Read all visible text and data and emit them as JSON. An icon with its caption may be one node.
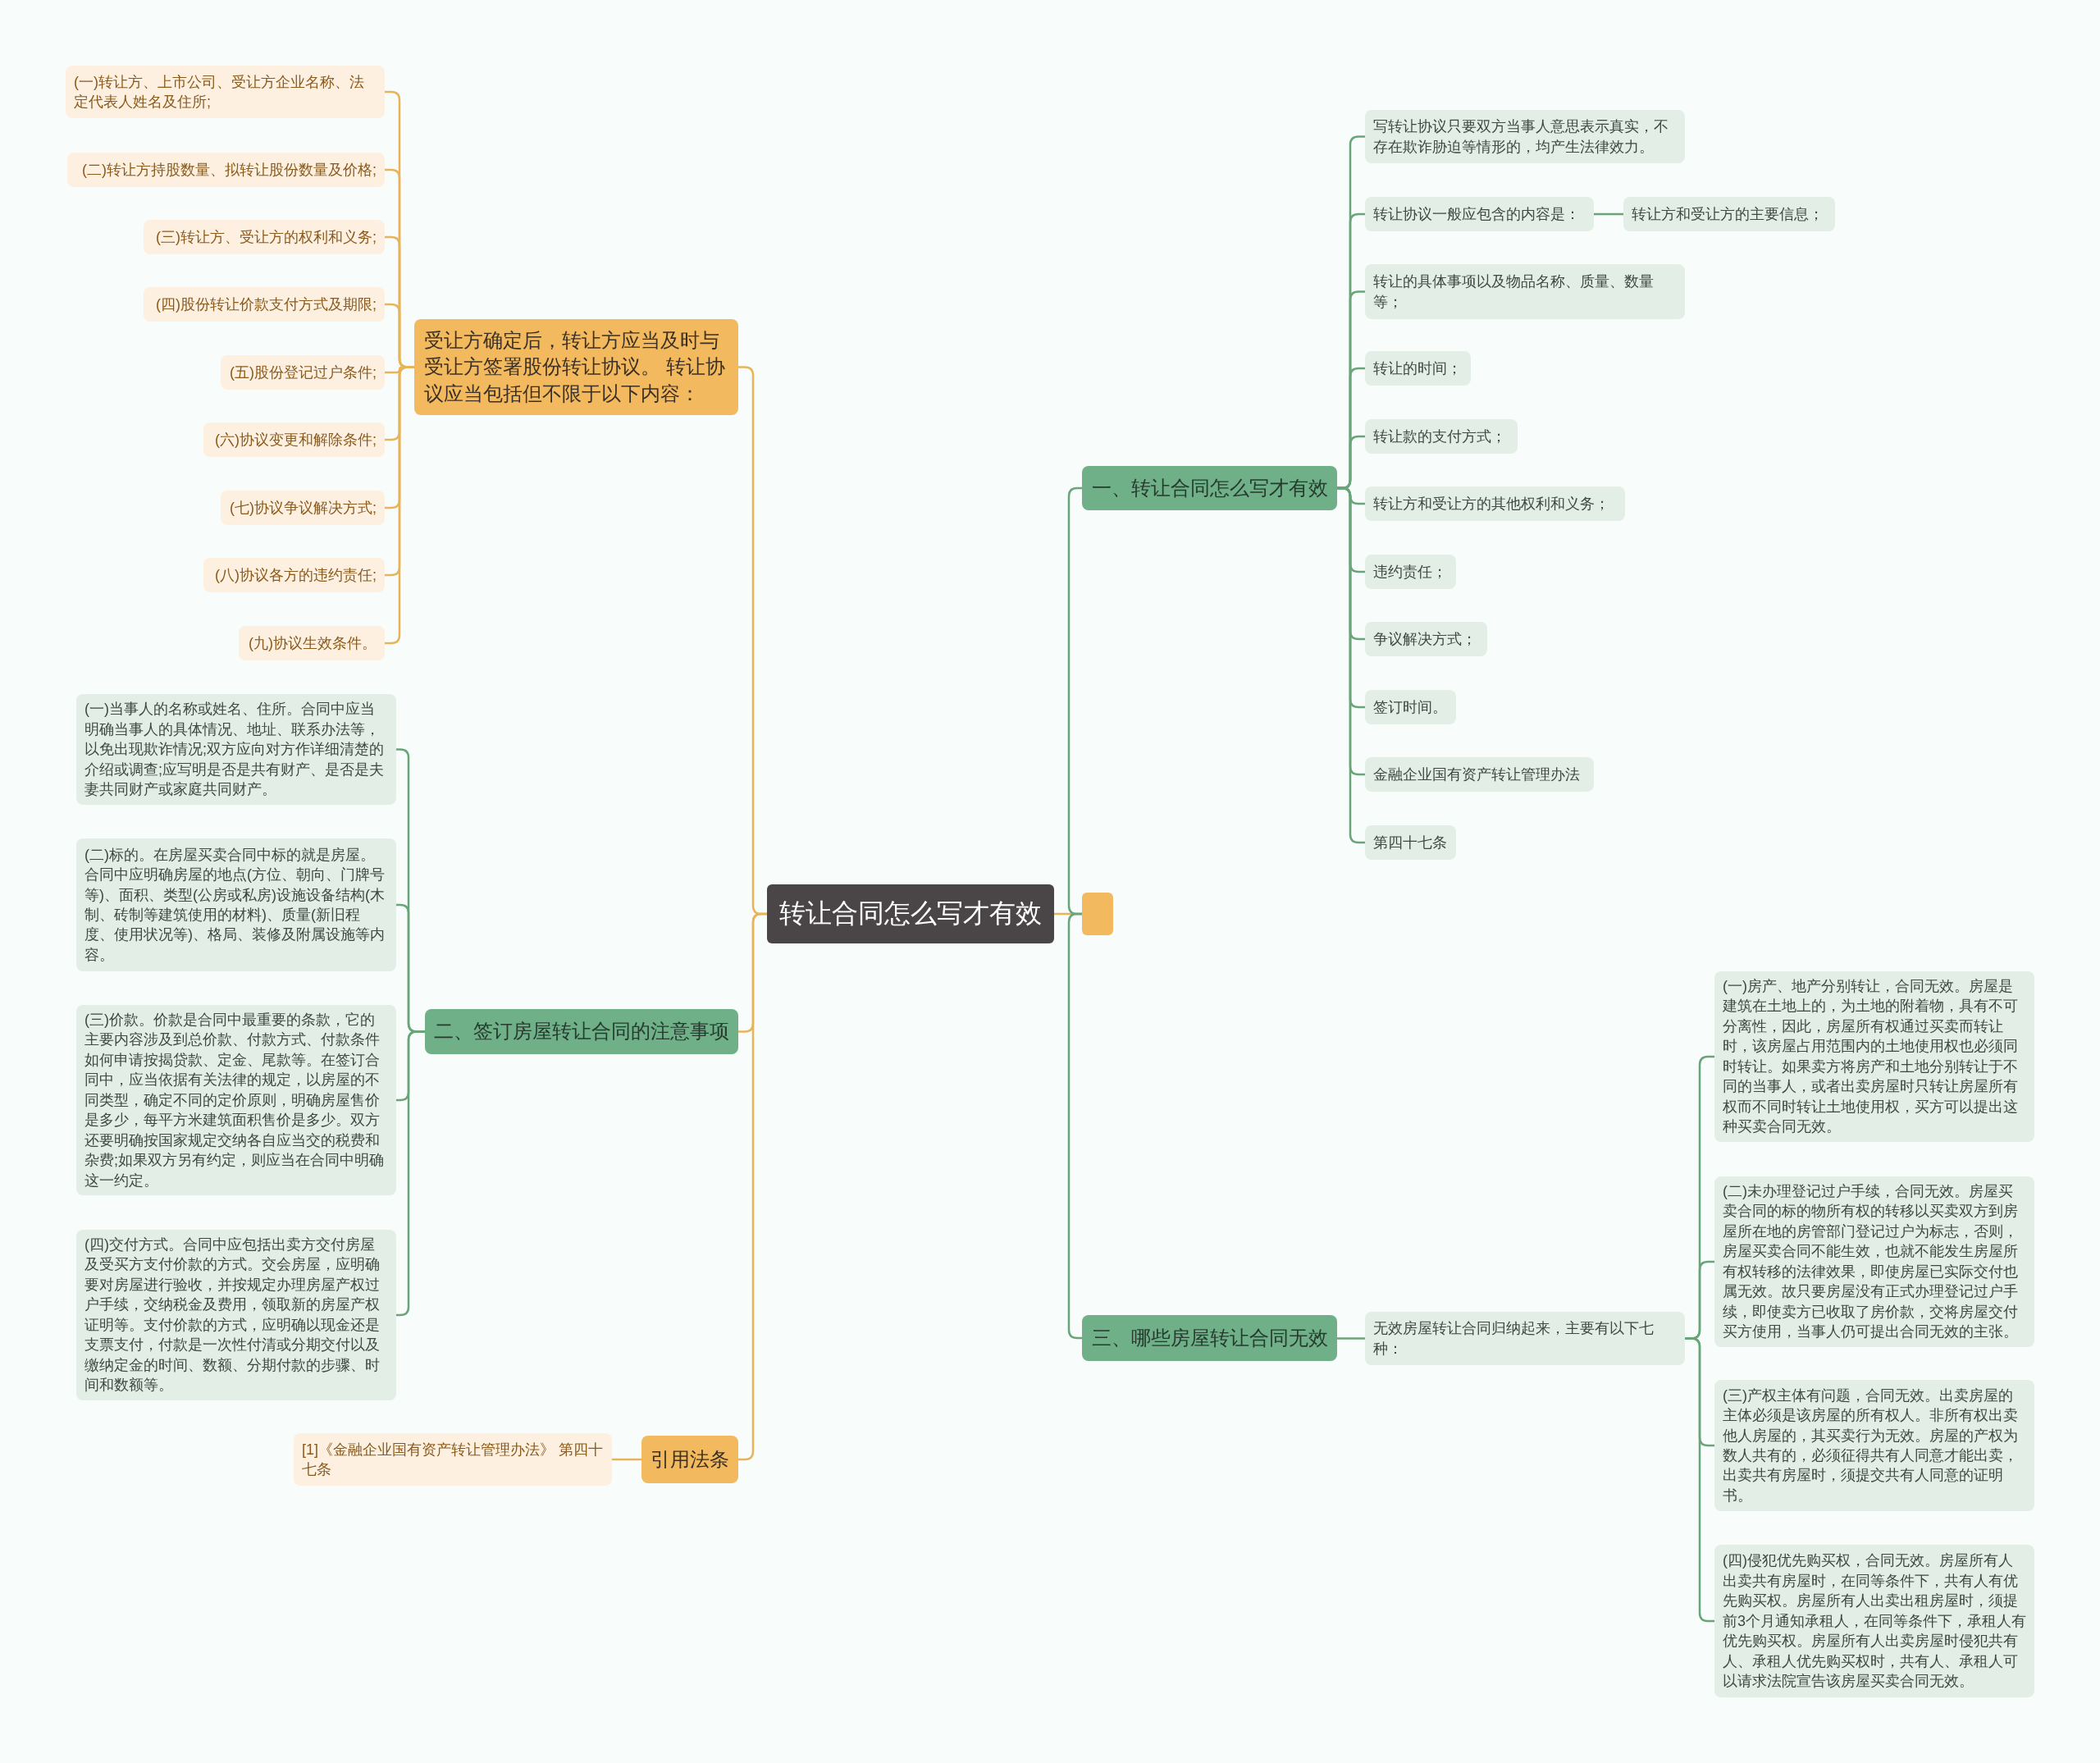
{
  "diagram": {
    "nodes": [
      {
        "text": [
          "转让合同怎么写才有效"
        ]
      },
      {
        "text": [],
        "shape": "box"
      },
      {
        "text": [
          "受让方确定后，转让方应当及时与受让方签署股份转让协议。 转让协议应当包括但不限于以下内容："
        ]
      },
      {
        "text": [
          "(一)转让方、上市公司、受让方企业名称、法定代表人姓名及住所;"
        ]
      },
      {
        "text": [
          "(二)转让方持股数量、拟转让股份数量及价格;"
        ]
      },
      {
        "text": [
          "(三)转让方、受让方的权利和义务;"
        ]
      },
      {
        "text": [
          "(四)股份转让价款支付方式及期限;"
        ]
      },
      {
        "text": [
          "(五)股份登记过户条件;"
        ]
      },
      {
        "text": [
          "(六)协议变更和解除条件;"
        ]
      },
      {
        "text": [
          "(七)协议争议解决方式;"
        ]
      },
      {
        "text": [
          "(八)协议各方的违约责任;"
        ]
      },
      {
        "text": [
          "(九)协议生效条件。"
        ]
      },
      {
        "text": [
          "二、签订房屋转让合同的注意事项"
        ]
      },
      {
        "text": [
          "(一)当事人的名称或姓名、住所。合同中应当明确当事人的具体情况、地址、联系办法等，以免出现欺诈情况;双方应向对方作详细清楚的介绍或调查;应写明是否是共有财产、是否是夫妻共同财产或家庭共同财产。"
        ]
      },
      {
        "text": [
          "(二)标的。在房屋买卖合同中标的就是房屋。合同中应明确房屋的地点(方位、朝向、门牌号等)、面积、类型(公房或私房)设施设备结构(木制、砖制等建筑使用的材料)、质量(新旧程度、使用状况等)、格局、装修及附属设施等内容。"
        ]
      },
      {
        "text": [
          "(三)价款。价款是合同中最重要的条款，它的主要内容涉及到总价款、付款方式、付款条件如何申请按揭贷款、定金、尾款等。在签订合同中，应当依据有关法律的规定，以房屋的不同类型，确定不同的定价原则，明确房屋售价是多少，每平方米建筑面积售价是多少。双方还要明确按国家规定交纳各自应当交的税费和杂费;如果双方另有约定，则应当在合同中明确这一约定。"
        ]
      },
      {
        "text": [
          "(四)交付方式。合同中应包括出卖方交付房屋及受买方支付价款的方式。交会房屋，应明确要对房屋进行验收，并按规定办理房屋产权过户手续，交纳税金及费用，领取新的房屋产权证明等。支付价款的方式，应明确以现金还是支票支付，付款是一次性付清或分期交付以及缴纳定金的时间、数额、分期付款的步骤、时间和数额等。"
        ]
      },
      {
        "text": [
          "引用法条"
        ]
      },
      {
        "text": [
          "[1]《金融企业国有资产转让管理办法》 第四十七条"
        ]
      },
      {
        "text": [
          "一、转让合同怎么写才有效"
        ]
      },
      {
        "text": [
          "写转让协议只要双方当事人意思表示真实，不存在欺诈胁迫等情形的，均产生法律效力。"
        ]
      },
      {
        "text": [
          "转让协议一般应包含的内容是："
        ]
      },
      {
        "text": [
          "转让方和受让方的主要信息；"
        ]
      },
      {
        "text": [
          "转让的具体事项以及物品名称、质量、数量等；"
        ]
      },
      {
        "text": [
          "转让的时间；"
        ]
      },
      {
        "text": [
          "转让款的支付方式；"
        ]
      },
      {
        "text": [
          "转让方和受让方的其他权利和义务；"
        ]
      },
      {
        "text": [
          "违约责任；"
        ]
      },
      {
        "text": [
          "争议解决方式；"
        ]
      },
      {
        "text": [
          "签订时间。"
        ]
      },
      {
        "text": [
          "金融企业国有资产转让管理办法"
        ]
      },
      {
        "text": [
          "第四十七条"
        ]
      },
      {
        "text": [
          "三、哪些房屋转让合同无效"
        ]
      },
      {
        "text": [
          "无效房屋转让合同归纳起来，主要有以下七种："
        ]
      },
      {
        "text": [
          "(一)房产、地产分别转让，合同无效。房屋是建筑在土地上的，为土地的附着物，具有不可分离性，因此，房屋所有权通过买卖而转让时，该房屋占用范围内的土地使用权也必须同时转让。如果卖方将房产和土地分别转让于不同的当事人，或者出卖房屋时只转让房屋所有权而不同时转让土地使用权，买方可以提出这种买卖合同无效。"
        ]
      },
      {
        "text": [
          "(二)未办理登记过户手续，合同无效。房屋买卖合同的标的物所有权的转移以买卖双方到房屋所在地的房管部门登记过户为标志，否则，房屋买卖合同不能生效，也就不能发生房屋所有权转移的法律效果，即使房屋已实际交付也属无效。故只要房屋没有正式办理登记过户手续，即使卖方已收取了房价款，交将房屋交付买方使用，当事人仍可提出合同无效的主张。"
        ]
      },
      {
        "text": [
          "(三)产权主体有问题，合同无效。出卖房屋的主体必须是该房屋的所有权人。非所有权出卖他人房屋的，其买卖行为无效。房屋的产权为数人共有的，必须征得共有人同意才能出卖，出卖共有房屋时，须提交共有人同意的证明书。"
        ]
      },
      {
        "text": [
          "(四)侵犯优先购买权，合同无效。房屋所有人出卖共有房屋时，在同等条件下，共有人有优先购买权。房屋所有人出卖出租房屋时，须提前3个月通知承租人，在同等条件下，承租人有优先购买权。房屋所有人出卖房屋时侵犯共有人、承租人优先购买权时，共有人、承租人可以请求法院宣告该房屋买卖合同无效。"
        ]
      }
    ],
    "edges": [
      {
        "from": 0,
        "to": 1,
        "arrow": "none",
        "color": "#e8b45a"
      },
      {
        "from": 0,
        "to": 2,
        "arrow": "none",
        "color": "#e8b45a"
      },
      {
        "from": 0,
        "to": 12,
        "arrow": "none",
        "color": "#e8b45a"
      },
      {
        "from": 0,
        "to": 17,
        "arrow": "none",
        "color": "#e8b45a"
      },
      {
        "from": 2,
        "to": 3,
        "arrow": "none",
        "color": "#e8b45a"
      },
      {
        "from": 2,
        "to": 4,
        "arrow": "none",
        "color": "#e8b45a"
      },
      {
        "from": 2,
        "to": 5,
        "arrow": "none",
        "color": "#e8b45a"
      },
      {
        "from": 2,
        "to": 6,
        "arrow": "none",
        "color": "#e8b45a"
      },
      {
        "from": 2,
        "to": 7,
        "arrow": "none",
        "color": "#e8b45a"
      },
      {
        "from": 2,
        "to": 8,
        "arrow": "none",
        "color": "#e8b45a"
      },
      {
        "from": 2,
        "to": 9,
        "arrow": "none",
        "color": "#e8b45a"
      },
      {
        "from": 2,
        "to": 10,
        "arrow": "none",
        "color": "#e8b45a"
      },
      {
        "from": 2,
        "to": 11,
        "arrow": "none",
        "color": "#e8b45a"
      },
      {
        "from": 12,
        "to": 13,
        "arrow": "none"
      },
      {
        "from": 12,
        "to": 14,
        "arrow": "none"
      },
      {
        "from": 12,
        "to": 15,
        "arrow": "none"
      },
      {
        "from": 12,
        "to": 16,
        "arrow": "none"
      },
      {
        "from": 17,
        "to": 18,
        "arrow": "none",
        "color": "#e8b45a"
      },
      {
        "from": 1,
        "to": 19,
        "arrow": "none"
      },
      {
        "from": 19,
        "to": 20,
        "arrow": "none"
      },
      {
        "from": 19,
        "to": 21,
        "arrow": "none"
      },
      {
        "from": 21,
        "to": 22,
        "arrow": "none"
      },
      {
        "from": 19,
        "to": 23,
        "arrow": "none"
      },
      {
        "from": 19,
        "to": 24,
        "arrow": "none"
      },
      {
        "from": 19,
        "to": 25,
        "arrow": "none"
      },
      {
        "from": 19,
        "to": 26,
        "arrow": "none"
      },
      {
        "from": 19,
        "to": 27,
        "arrow": "none"
      },
      {
        "from": 19,
        "to": 28,
        "arrow": "none"
      },
      {
        "from": 19,
        "to": 29,
        "arrow": "none"
      },
      {
        "from": 19,
        "to": 30,
        "arrow": "none"
      },
      {
        "from": 19,
        "to": 31,
        "arrow": "none"
      },
      {
        "from": 1,
        "to": 32,
        "arrow": "none"
      },
      {
        "from": 32,
        "to": 33,
        "arrow": "none"
      },
      {
        "from": 33,
        "to": 34,
        "arrow": "none"
      },
      {
        "from": 33,
        "to": 35,
        "arrow": "none"
      },
      {
        "from": 33,
        "to": 36,
        "arrow": "none"
      },
      {
        "from": 33,
        "to": 37,
        "arrow": "none"
      }
    ]
  }
}
